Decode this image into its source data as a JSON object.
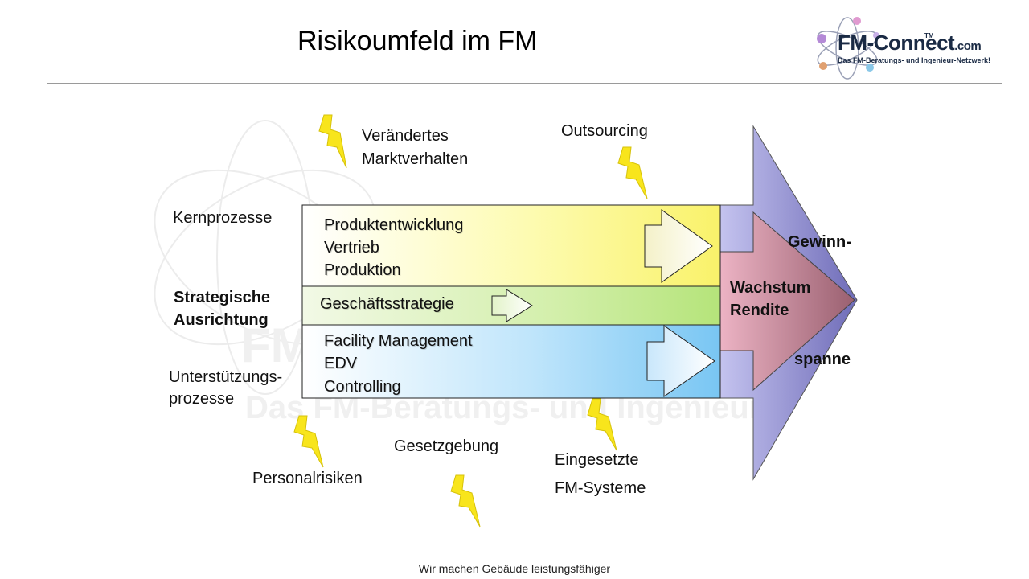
{
  "slide": {
    "title": "Risikoumfeld im FM",
    "footer": "Wir machen Gebäude leistungsfähiger"
  },
  "logo": {
    "brand_main": "FM-Connect",
    "brand_suffix": ".com",
    "tagline": "Das FM-Beratungs- und Ingenieur-Netzwerk!",
    "trademark": "TM"
  },
  "side_labels": {
    "core": "Kernprozesse",
    "strategic_line1": "Strategische",
    "strategic_line2": "Ausrichtung",
    "support_line1": "Unterstützungs-",
    "support_line2": "prozesse"
  },
  "bands": {
    "core_items": [
      "Produktentwicklung",
      "Vertrieb",
      "Produktion"
    ],
    "strategy_item": "Geschäftsstrategie",
    "support_items": [
      "Facility Management",
      "EDV",
      "Controlling"
    ]
  },
  "result": {
    "wachstum": "Wachstum",
    "rendite": "Rendite",
    "gewinn": "Gewinn-",
    "spanne": "spanne"
  },
  "risks": {
    "market_line1": "Verändertes",
    "market_line2": "Marktverhalten",
    "outsourcing": "Outsourcing",
    "personnel": "Personalrisiken",
    "legislation": "Gesetzgebung",
    "systems_line1": "Eingesetzte",
    "systems_line2": "FM-Systeme"
  },
  "colors": {
    "core_band": "#fdf98a",
    "strategy_band": "#c6eb92",
    "support_band": "#8fd1f7",
    "big_arrow": "#9b99d8",
    "inner_arrow": "#d98fa2",
    "lightning": "#f8e51c"
  },
  "icons": {
    "risk_marker": "lightning-icon",
    "band_flow": "block-arrow-icon"
  }
}
